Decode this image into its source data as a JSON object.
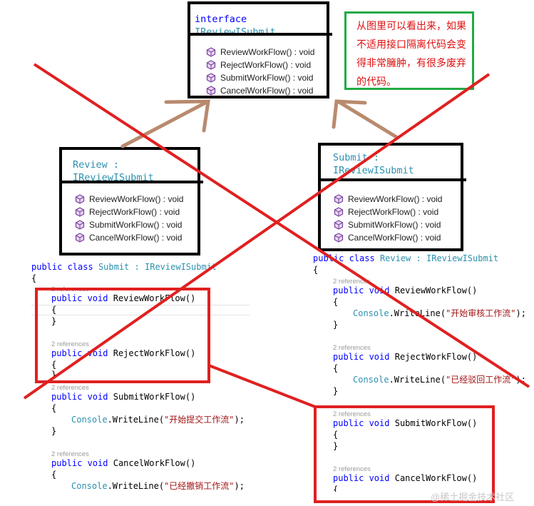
{
  "interface_box": {
    "keyword": "interface",
    "name": "IReviewISubmit",
    "members": [
      "ReviewWorkFlow() : void",
      "RejectWorkFlow() : void",
      "SubmitWorkFlow() : void",
      "CancelWorkFlow() : void"
    ]
  },
  "review_box": {
    "name_line1": "Review :",
    "name_line2": "IReviewISubmit",
    "members": [
      "ReviewWorkFlow() : void",
      "RejectWorkFlow() : void",
      "SubmitWorkFlow() : void",
      "CancelWorkFlow() : void"
    ]
  },
  "submit_box": {
    "name_line1": "Submit :",
    "name_line2": "IReviewISubmit",
    "members": [
      "ReviewWorkFlow() : void",
      "RejectWorkFlow() : void",
      "SubmitWorkFlow() : void",
      "CancelWorkFlow() : void"
    ]
  },
  "note": "从图里可以看出来，如果不适用接口隔离代码会变得非常臃肿，有很多废弃的代码。",
  "code_left": {
    "decl_kw": "public class",
    "class_name": "Submit",
    "colon": ":",
    "iface": "IReviewISubmit",
    "open_brace": "{",
    "refs": "2 references",
    "pv": "public void",
    "m1": "ReviewWorkFlow()",
    "m2": "RejectWorkFlow()",
    "m3": "SubmitWorkFlow()",
    "m4": "CancelWorkFlow()",
    "ob": "{",
    "cb": "}",
    "console": "Console",
    "writeline": ".WriteLine(",
    "str3": "\"开始提交工作流\"",
    "str4": "\"已经撤销工作流\"",
    "end": ");"
  },
  "code_right": {
    "decl_kw": "public class",
    "class_name": "Review",
    "colon": ":",
    "iface": "IReviewISubmit",
    "open_brace": "{",
    "refs": "2 references",
    "pv": "public void",
    "m1": "ReviewWorkFlow()",
    "m2": "RejectWorkFlow()",
    "m3": "SubmitWorkFlow()",
    "m4": "CancelWorkFlow()",
    "ob": "{",
    "cb": "}",
    "console": "Console",
    "writeline": ".WriteLine(",
    "str1": "\"开始审核工作流\"",
    "str2": "\"已经驳回工作流\"",
    "end": ");"
  },
  "watermark": "@稀土掘金技术社区",
  "colors": {
    "cross": "#e02020",
    "arrow": "#b98a6e",
    "note_border": "#22aa44",
    "note_text": "#e01010",
    "type": "#2b91af",
    "keyword": "#0000ff",
    "string": "#a31515",
    "member_icon": "#7b3fa0"
  }
}
